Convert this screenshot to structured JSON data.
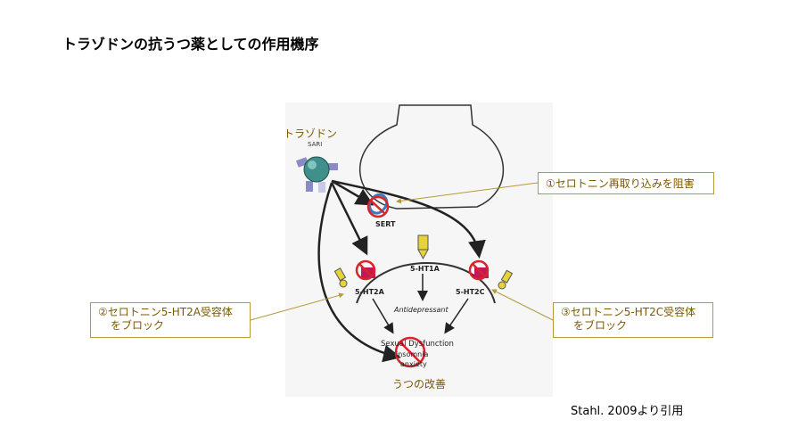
{
  "title": "トラゾドンの抗うつ薬としての作用機序",
  "drug": {
    "name": "トラゾドン",
    "class": "SARI"
  },
  "callouts": [
    {
      "lines": [
        "①セロトニン再取り込みを阻害"
      ]
    },
    {
      "lines": [
        "②セロトニン5-HT2A受容体",
        "をブロック"
      ]
    },
    {
      "lines": [
        "③セロトニン5-HT2C受容体",
        "をブロック"
      ]
    }
  ],
  "figure_labels": {
    "sert": "SERT",
    "ht1a": "5-HT1A",
    "ht2a": "5-HT2A",
    "ht2c": "5-HT2C",
    "antidepressant": "Antidepressant",
    "sexual": "Sexual Dysfunction",
    "insomnia": "insomnia",
    "anxiety": "anxiety"
  },
  "result": "うつの改善",
  "citation": "Stahl. 2009より引用",
  "colors": {
    "accent": "#b59a3a",
    "label": "#7a5a00",
    "block": "#d9242a",
    "receptor": "#c2185b",
    "ligand": "#e8d23a"
  }
}
